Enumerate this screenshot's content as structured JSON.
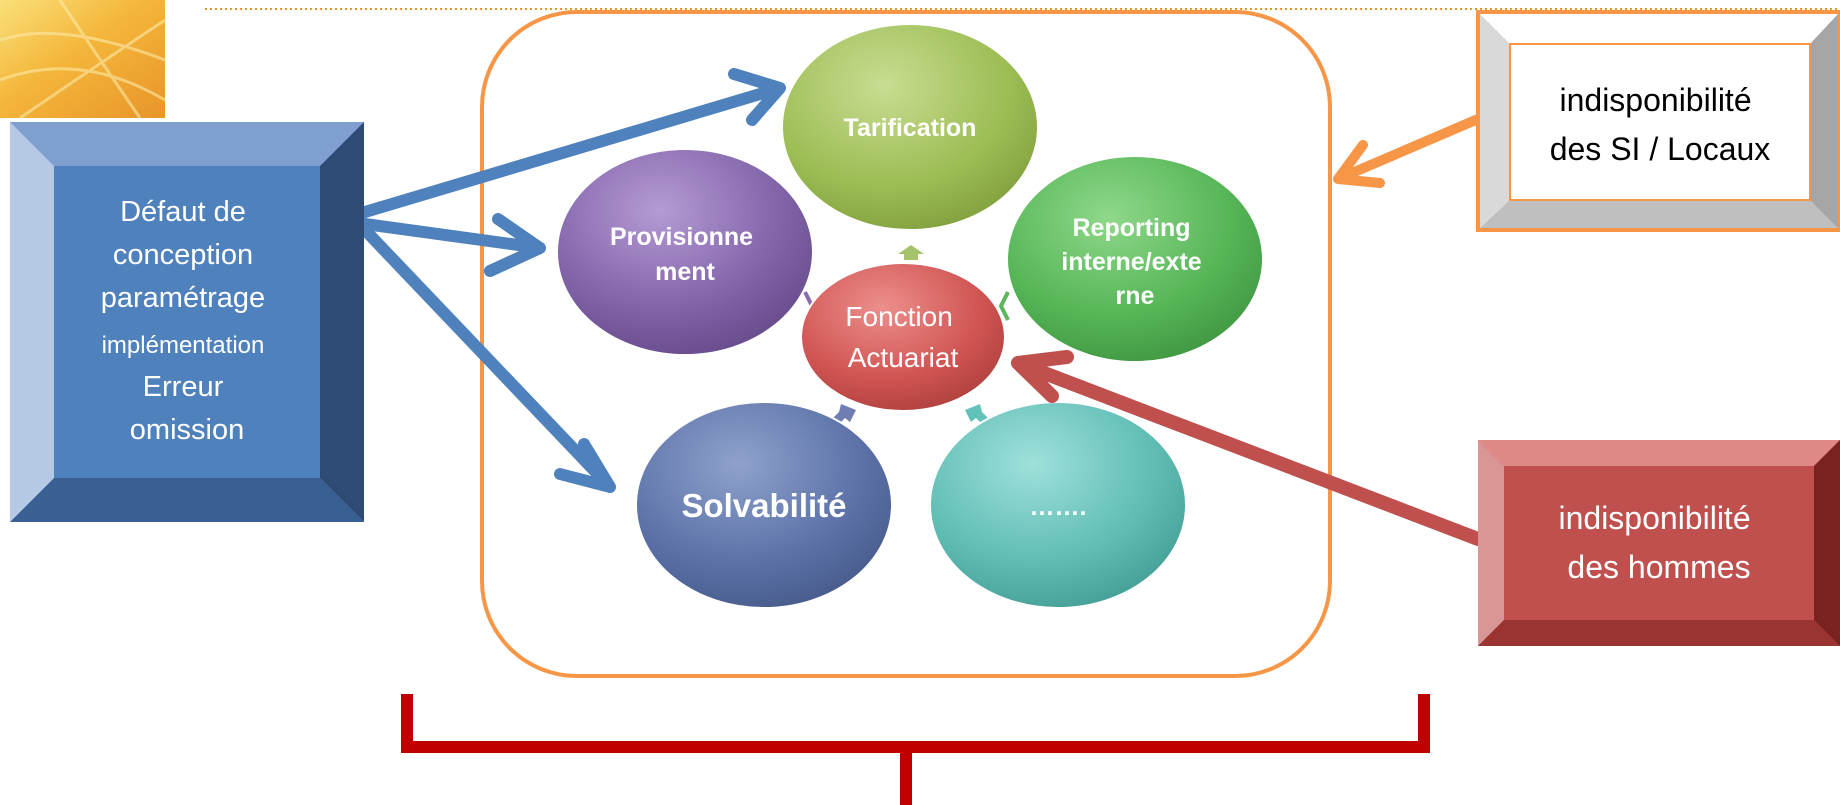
{
  "center": {
    "lines": [
      "Fonction",
      "Actuariat"
    ]
  },
  "nodes": [
    {
      "id": "tarification",
      "lines": [
        "Tarification"
      ]
    },
    {
      "id": "reporting",
      "lines": [
        "Reporting",
        "interne/exte",
        "rne"
      ]
    },
    {
      "id": "provisionnement",
      "lines": [
        "Provisionne",
        "ment"
      ]
    },
    {
      "id": "solvabilite",
      "lines": [
        "Solvabilité"
      ]
    },
    {
      "id": "autres",
      "lines": [
        "……."
      ]
    }
  ],
  "left_box": {
    "lines": [
      "Défaut de",
      "conception",
      "paramétrage",
      "implémentation",
      "Erreur",
      "omission"
    ]
  },
  "top_right_box": {
    "lines": [
      "indisponibilité",
      "des SI / Locaux"
    ]
  },
  "bottom_right_box": {
    "lines": [
      "indisponibilité",
      "des hommes"
    ]
  },
  "colors": {
    "orange": "#f79646",
    "blue": "#4f81bd",
    "red": "#c0504d",
    "dark_red": "#c00000",
    "green_light": "#9bbb59",
    "green": "#5cb85c",
    "purple": "#8064a2",
    "teal": "#4bacc6",
    "navy": "#4f6a9e"
  }
}
